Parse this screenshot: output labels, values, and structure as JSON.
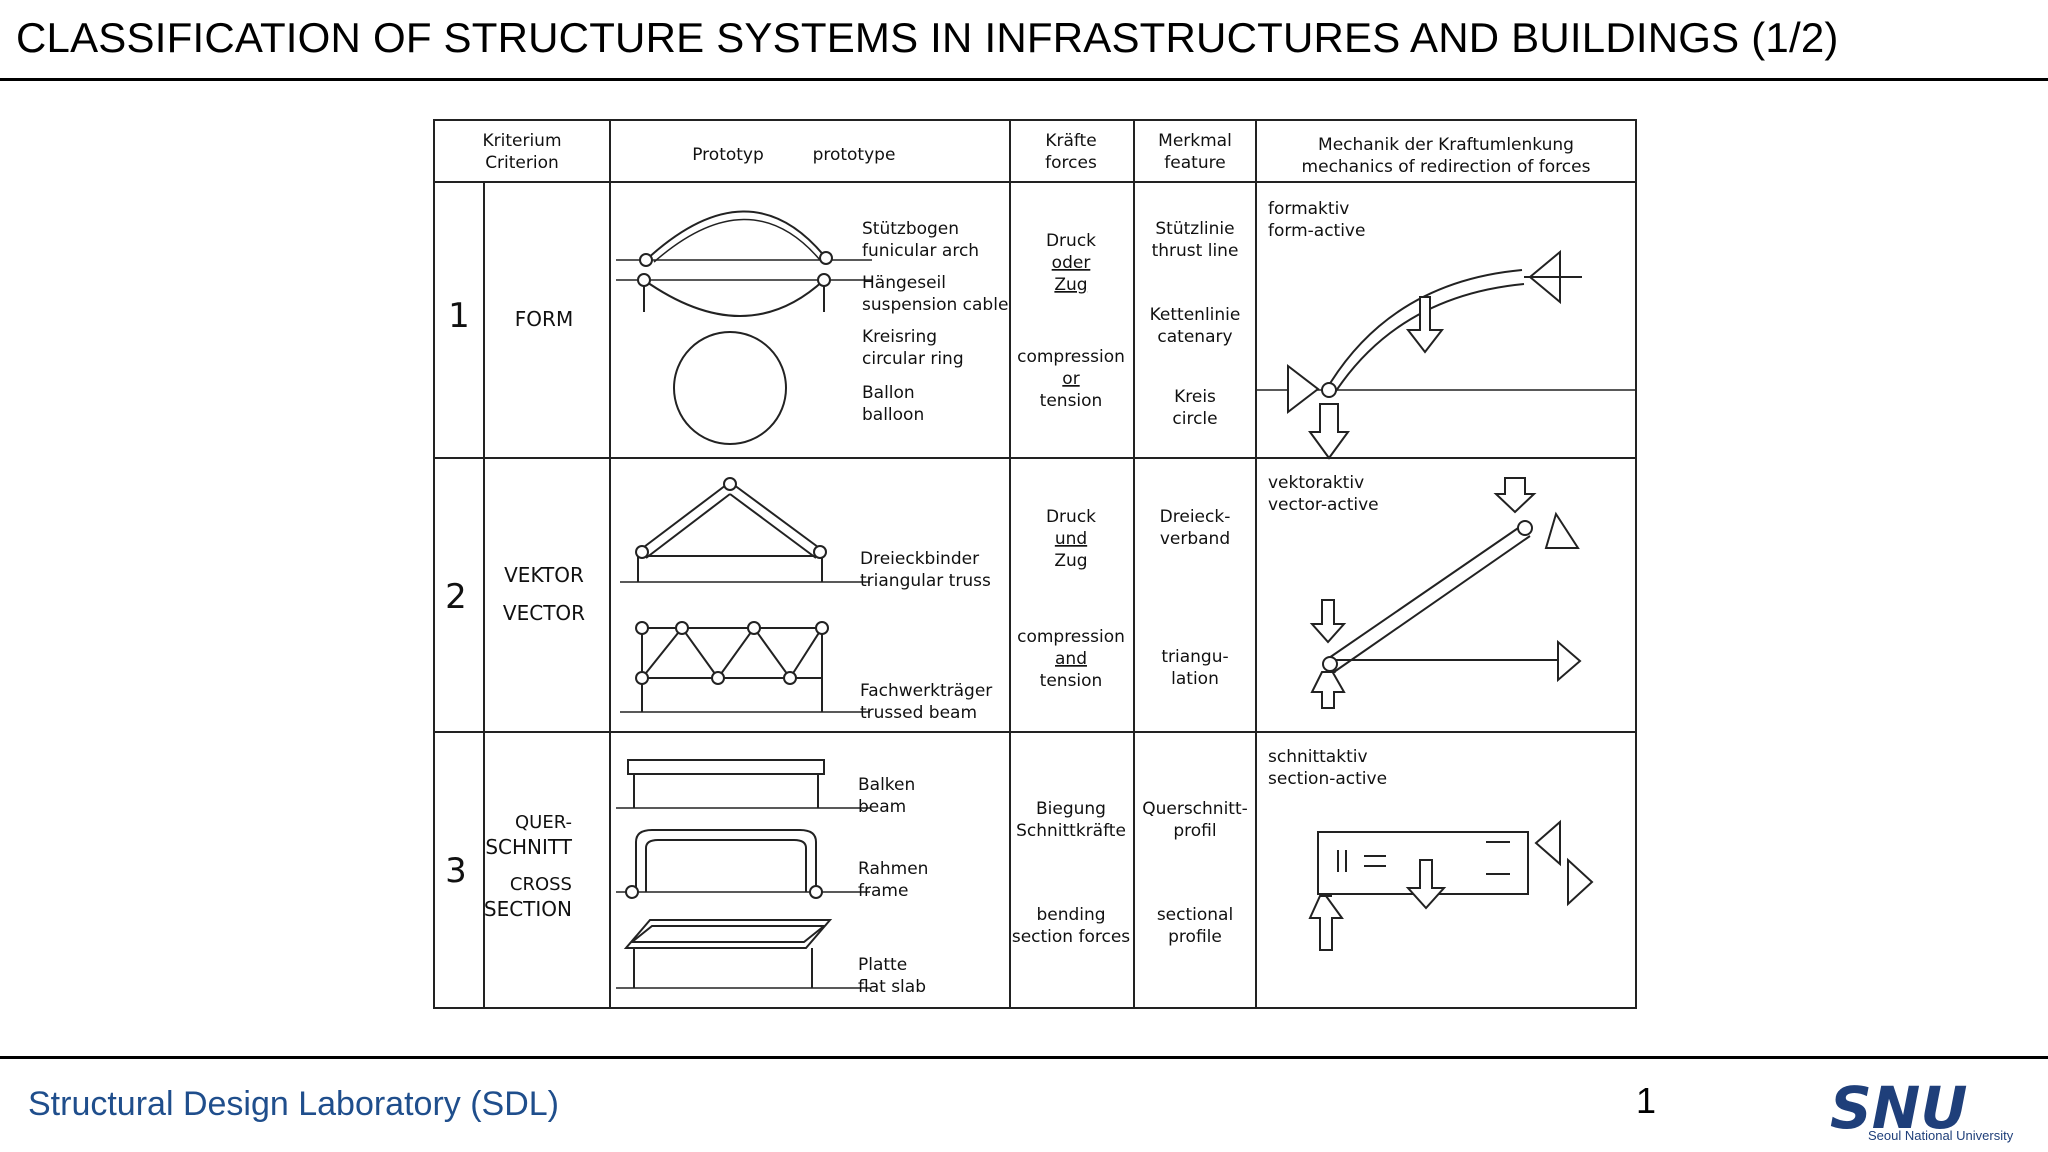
{
  "slide": {
    "title": "CLASSIFICATION OF STRUCTURE SYSTEMS IN INFRASTRUCTURES AND BUILDINGS (1/2)",
    "footer_lab": "Structural Design Laboratory (SDL)",
    "page_number": "1",
    "logo_text": "SNU",
    "logo_caption": "Seoul National University"
  },
  "table": {
    "headers": {
      "criterion_de": "Kriterium",
      "criterion_en": "Criterion",
      "prototype_de": "Prototyp",
      "prototype_en": "prototype",
      "forces_de": "Kräfte",
      "forces_en": "forces",
      "feature_de": "Merkmal",
      "feature_en": "feature",
      "mechanics_de": "Mechanik der Kraftumlenkung",
      "mechanics_en": "mechanics of redirection of forces"
    },
    "rows": [
      {
        "number": "1",
        "criterion": [
          "FORM"
        ],
        "prototypes": [
          "Stützbogen",
          "funicular arch",
          "Hängeseil",
          "suspension cable",
          "Kreisring",
          "circular ring",
          "Ballon",
          "balloon"
        ],
        "forces": [
          "Druck",
          "oder",
          "Zug",
          "compression",
          "or",
          "tension"
        ],
        "features": [
          "Stützlinie",
          "thrust line",
          "Kettenlinie",
          "catenary",
          "Kreis",
          "circle"
        ],
        "mechanics": [
          "formaktiv",
          "form-active"
        ]
      },
      {
        "number": "2",
        "criterion": [
          "VEKTOR",
          "VECTOR"
        ],
        "prototypes": [
          "Dreieckbinder",
          "triangular truss",
          "Fachwerkträger",
          "trussed beam"
        ],
        "forces": [
          "Druck",
          "und",
          "Zug",
          "compression",
          "and",
          "tension"
        ],
        "features": [
          "Dreieck-",
          "verband",
          "triangu-",
          "lation"
        ],
        "mechanics": [
          "vektoraktiv",
          "vector-active"
        ]
      },
      {
        "number": "3",
        "criterion": [
          "QUER-",
          "SCHNITT",
          "CROSS",
          "SECTION"
        ],
        "prototypes": [
          "Balken",
          "beam",
          "Rahmen",
          "frame",
          "Platte",
          "flat slab"
        ],
        "forces": [
          "Biegung",
          "Schnittkräfte",
          "bending",
          "section forces"
        ],
        "features": [
          "Querschnitt-",
          "profil",
          "sectional",
          "profile"
        ],
        "mechanics": [
          "schnittaktiv",
          "section-active"
        ]
      }
    ]
  }
}
